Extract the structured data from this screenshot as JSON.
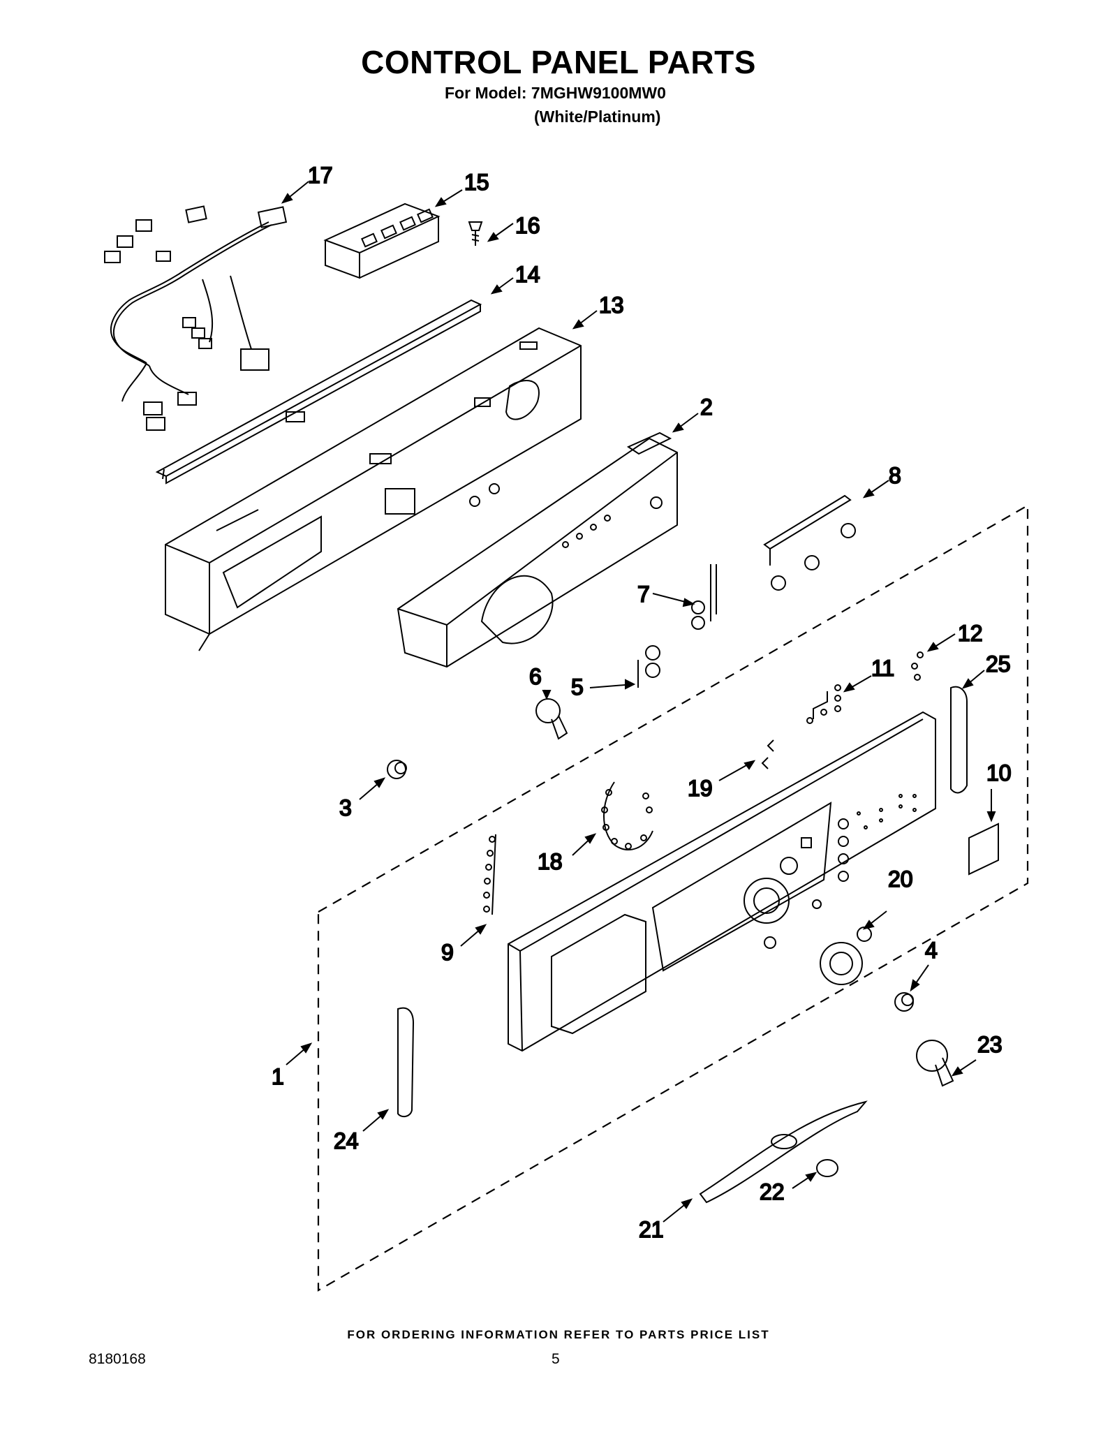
{
  "header": {
    "title": "CONTROL PANEL PARTS",
    "model_line": "For Model: 7MGHW9100MW0",
    "finish_line": "(White/Platinum)"
  },
  "callouts": {
    "p1": "1",
    "p2": "2",
    "p3": "3",
    "p4": "4",
    "p5": "5",
    "p6": "6",
    "p7": "7",
    "p8": "8",
    "p9": "9",
    "p10": "10",
    "p11": "11",
    "p12": "12",
    "p13": "13",
    "p14": "14",
    "p15": "15",
    "p16": "16",
    "p17": "17",
    "p18": "18",
    "p19": "19",
    "p20": "20",
    "p21": "21",
    "p22": "22",
    "p23": "23",
    "p24": "24",
    "p25": "25"
  },
  "footer": {
    "ordering_note": "FOR ORDERING INFORMATION REFER TO PARTS PRICE LIST",
    "document_number": "8180168",
    "page_number": "5"
  }
}
